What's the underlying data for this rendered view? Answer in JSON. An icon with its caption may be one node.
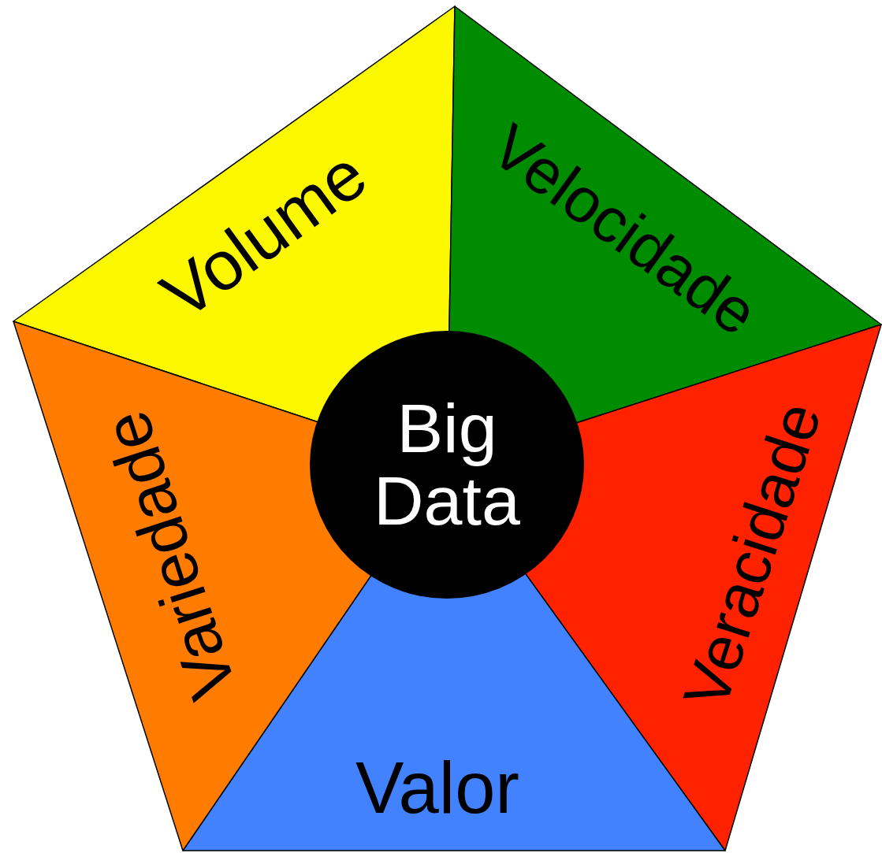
{
  "diagram": {
    "nodes": [
      {
        "text": [
          "Volume"
        ]
      },
      {
        "text": [
          "Velocidade"
        ]
      },
      {
        "text": [
          "Veracidade"
        ]
      },
      {
        "text": [
          "Valor"
        ]
      },
      {
        "text": [
          "Variedade"
        ]
      },
      {
        "text": [
          "Big Data"
        ]
      }
    ]
  }
}
